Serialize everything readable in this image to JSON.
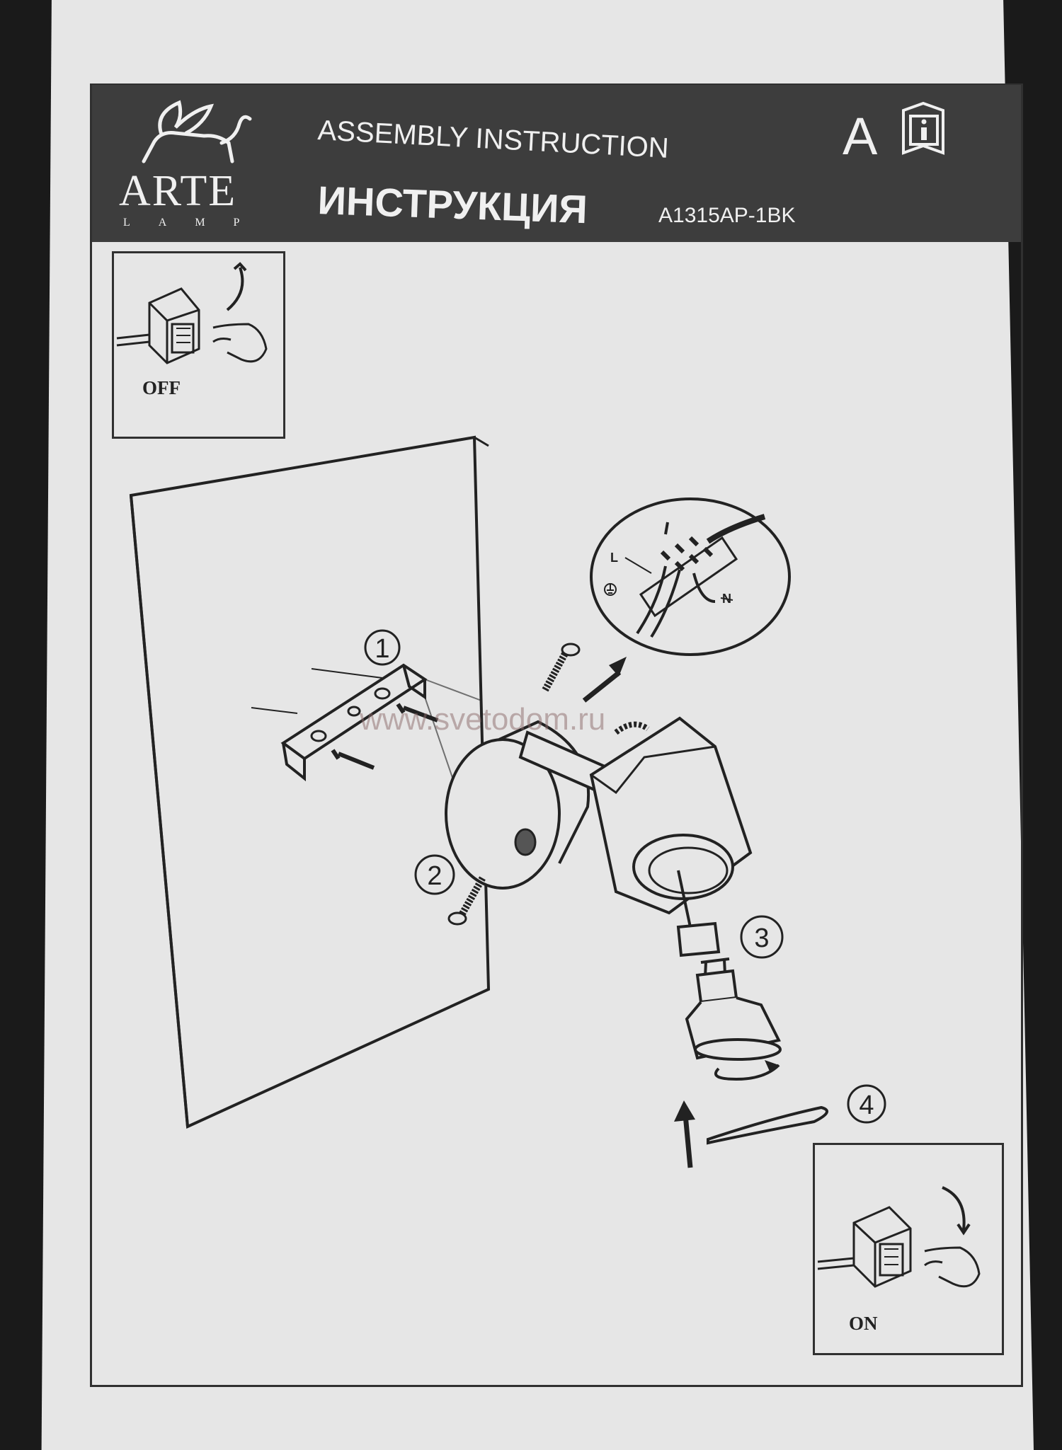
{
  "header": {
    "brand": "ARTE",
    "brand_sub": "LAMP",
    "title_en": "ASSEMBLY INSTRUCTION",
    "title_ru": "ИНСТРУКЦИЯ",
    "model": "A1315AP-1BK",
    "badge": "A",
    "info_icon": "info-book-icon"
  },
  "panels": {
    "off_label": "OFF",
    "on_label": "ON"
  },
  "steps": [
    "1",
    "2",
    "3",
    "4"
  ],
  "wiring": {
    "live": "L",
    "neutral": "N",
    "ground_icon": "ground-icon"
  },
  "watermark": "www.svetodom.ru",
  "colors": {
    "paper": "#e6e6e6",
    "header_bg": "#3d3d3d",
    "ink": "#222222"
  }
}
